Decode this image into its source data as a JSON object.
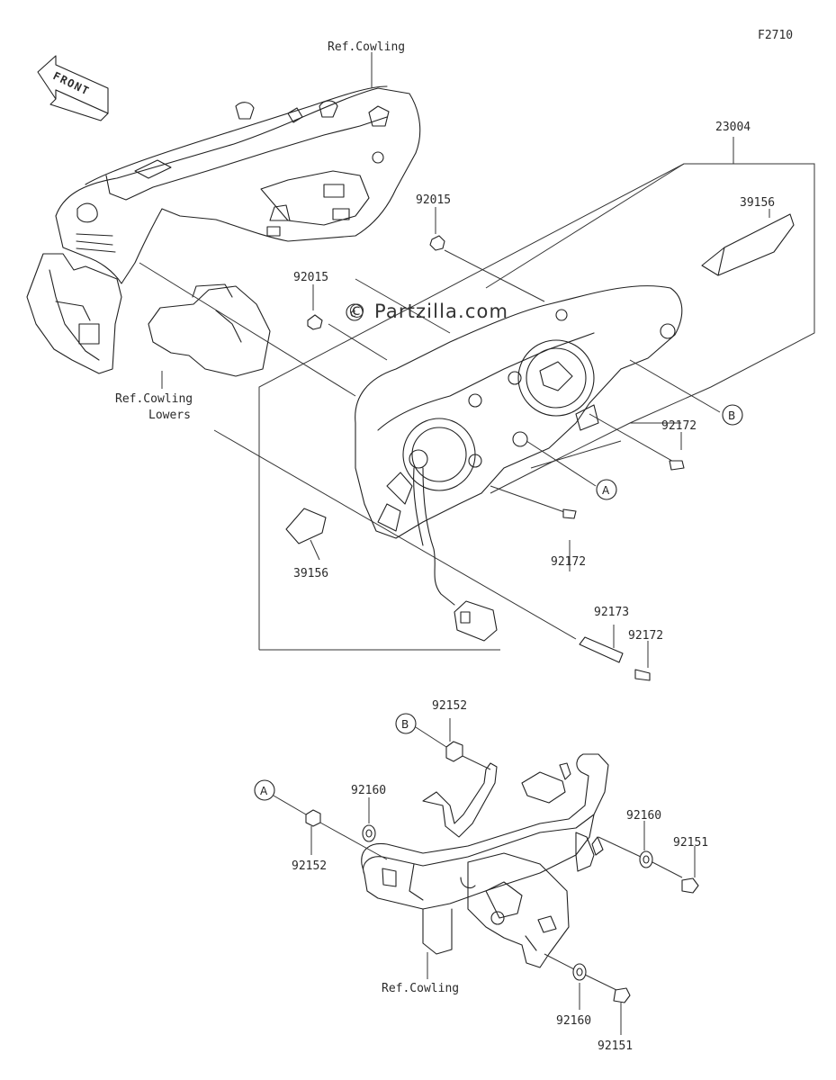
{
  "diagram": {
    "figure_code": "F2710",
    "front_label": "FRONT",
    "watermark": "© Partzilla.com",
    "labels": {
      "ref_cowling_top": "Ref.Cowling",
      "ref_cowling_lowers_1": "Ref.Cowling",
      "ref_cowling_lowers_2": "Lowers",
      "ref_cowling_bottom": "Ref.Cowling",
      "p23004": "23004",
      "p39156_right": "39156",
      "p39156_left": "39156",
      "p92015_a": "92015",
      "p92015_b": "92015",
      "p92172_a": "92172",
      "p92172_b": "92172",
      "p92172_c": "92172",
      "p92173": "92173",
      "p92152_top": "92152",
      "p92152_left": "92152",
      "p92160_a": "92160",
      "p92160_b": "92160",
      "p92160_c": "92160",
      "p92151_a": "92151",
      "p92151_b": "92151"
    },
    "callouts": {
      "A": "A",
      "B": "B"
    }
  }
}
